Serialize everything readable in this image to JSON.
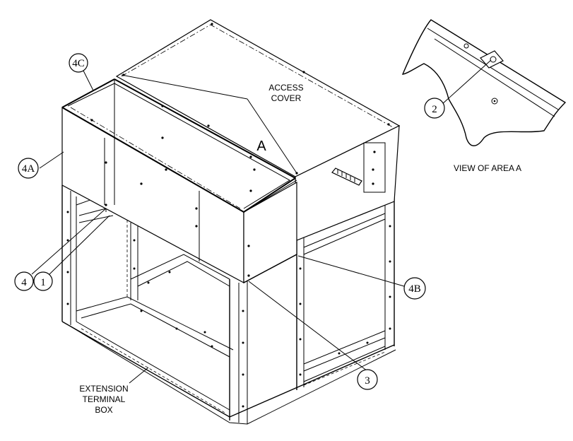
{
  "labels": {
    "access_cover": [
      "ACCESS",
      "COVER"
    ],
    "area_letter": "A",
    "view_of_area": "VIEW OF AREA A",
    "extension_box": [
      "EXTENSION",
      "TERMINAL",
      "BOX"
    ]
  },
  "callouts": {
    "c4C": "4C",
    "c4A": "4A",
    "c4": "4",
    "c1": "1",
    "c2": "2",
    "c3": "3",
    "c4B": "4B"
  }
}
